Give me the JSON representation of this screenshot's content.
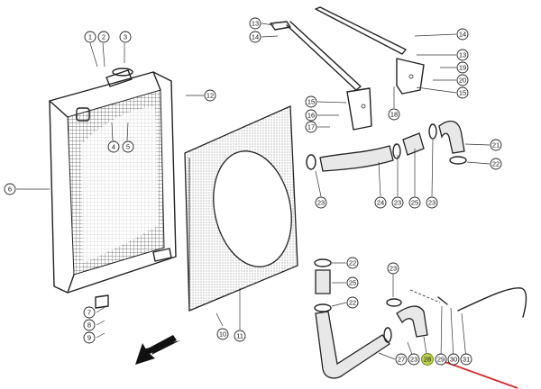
{
  "diagram": {
    "highlight": {
      "part": "28",
      "color": "#bcd24a",
      "arrow_color": "#d9262c"
    },
    "callouts": [
      {
        "id": "c1",
        "label": "1"
      },
      {
        "id": "c2",
        "label": "2"
      },
      {
        "id": "c3",
        "label": "3"
      },
      {
        "id": "c4",
        "label": "4"
      },
      {
        "id": "c5",
        "label": "5"
      },
      {
        "id": "c6",
        "label": "6"
      },
      {
        "id": "c7",
        "label": "7"
      },
      {
        "id": "c8",
        "label": "8"
      },
      {
        "id": "c9",
        "label": "9"
      },
      {
        "id": "c10",
        "label": "10"
      },
      {
        "id": "c11",
        "label": "11"
      },
      {
        "id": "c12",
        "label": "12"
      },
      {
        "id": "c13a",
        "label": "13"
      },
      {
        "id": "c14a",
        "label": "14"
      },
      {
        "id": "c14b",
        "label": "14"
      },
      {
        "id": "c13b",
        "label": "13"
      },
      {
        "id": "c19",
        "label": "19"
      },
      {
        "id": "c20",
        "label": "20"
      },
      {
        "id": "c15b",
        "label": "15"
      },
      {
        "id": "c15a",
        "label": "15"
      },
      {
        "id": "c16",
        "label": "16"
      },
      {
        "id": "c17",
        "label": "17"
      },
      {
        "id": "c18",
        "label": "18"
      },
      {
        "id": "c21",
        "label": "21"
      },
      {
        "id": "c22a",
        "label": "22"
      },
      {
        "id": "c23a",
        "label": "23"
      },
      {
        "id": "c24",
        "label": "24"
      },
      {
        "id": "c23b",
        "label": "23"
      },
      {
        "id": "c25a",
        "label": "25"
      },
      {
        "id": "c23c",
        "label": "23"
      },
      {
        "id": "c22b",
        "label": "22"
      },
      {
        "id": "c25b",
        "label": "25"
      },
      {
        "id": "c22c",
        "label": "22"
      },
      {
        "id": "c23d",
        "label": "23"
      },
      {
        "id": "c27",
        "label": "27"
      },
      {
        "id": "c23e",
        "label": "23"
      },
      {
        "id": "c28",
        "label": "28"
      },
      {
        "id": "c29",
        "label": "29"
      },
      {
        "id": "c30",
        "label": "30"
      },
      {
        "id": "c31",
        "label": "31"
      }
    ]
  }
}
